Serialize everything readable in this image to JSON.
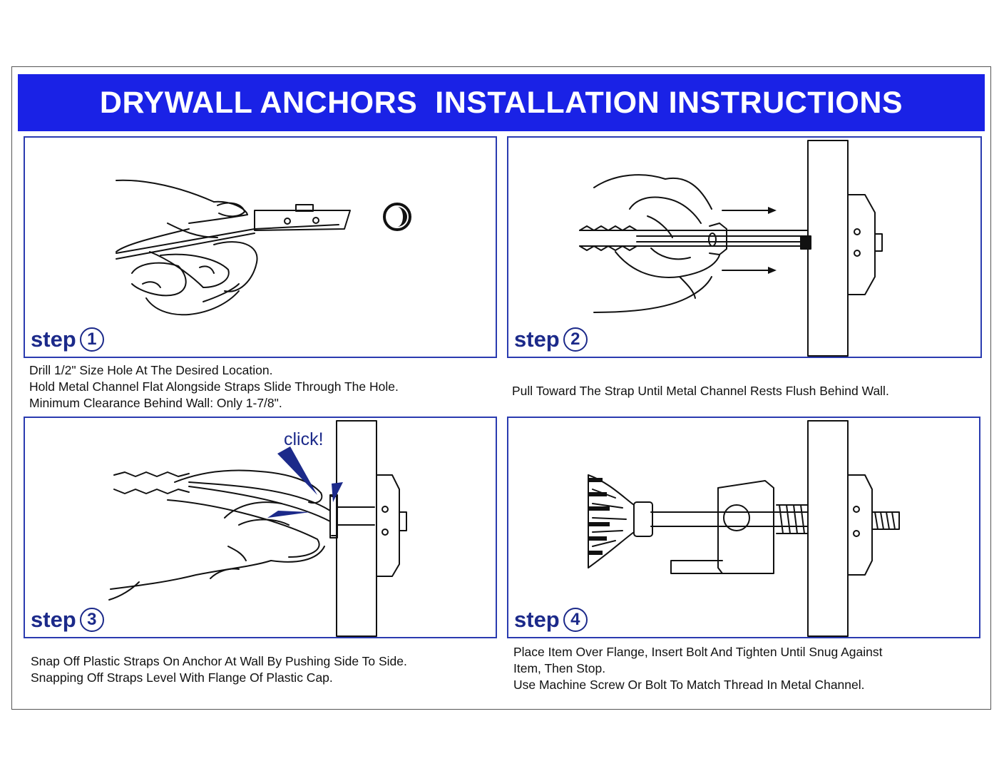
{
  "title": "DRYWALL ANCHORS  INSTALLATION INSTRUCTIONS",
  "step_word": "step",
  "steps": [
    {
      "number": "1",
      "lines": [
        "Drill 1/2\" Size Hole At The Desired Location.",
        "Hold Metal Channel Flat Alongside Straps Slide Through The Hole.",
        "Minimum Clearance  Behind Wall: Only 1-7/8\"."
      ]
    },
    {
      "number": "2",
      "lines": [
        "Pull Toward The Strap Until Metal Channel Rests Flush Behind Wall."
      ]
    },
    {
      "number": "3",
      "callout": "click!",
      "lines": [
        "Snap Off Plastic Straps On Anchor At Wall By Pushing Side To Side.",
        "Snapping Off Straps Level With Flange Of Plastic Cap."
      ]
    },
    {
      "number": "4",
      "lines": [
        "Place Item Over Flange, Insert Bolt And Tighten Until Snug Against",
        "Item, Then Stop.",
        "Use Machine Screw Or Bolt To Match Thread In Metal Channel."
      ]
    }
  ],
  "colors": {
    "banner": "#1a22e6",
    "panel_border": "#2a3bb0",
    "step_text": "#1c2a8a"
  }
}
